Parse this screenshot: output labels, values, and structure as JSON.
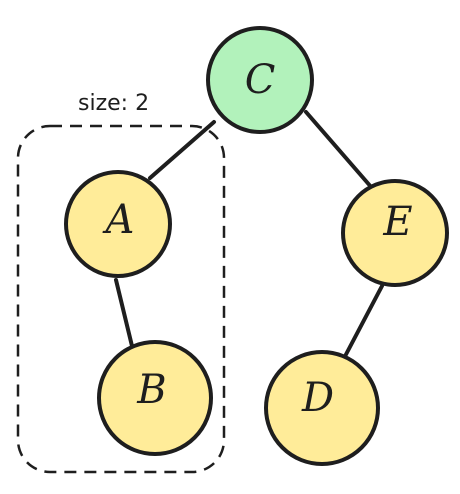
{
  "annotation": {
    "size_label": "size: 2"
  },
  "colors": {
    "root_fill": "#b2f2bb",
    "node_fill": "#ffec99",
    "stroke": "#1e1e1e"
  },
  "nodes": [
    {
      "id": "C",
      "label": "C",
      "role": "root"
    },
    {
      "id": "A",
      "label": "A",
      "role": "child"
    },
    {
      "id": "E",
      "label": "E",
      "role": "child"
    },
    {
      "id": "B",
      "label": "B",
      "role": "child"
    },
    {
      "id": "D",
      "label": "D",
      "role": "child"
    }
  ],
  "edges": [
    {
      "from": "C",
      "to": "A"
    },
    {
      "from": "C",
      "to": "E"
    },
    {
      "from": "A",
      "to": "B"
    },
    {
      "from": "E",
      "to": "D"
    }
  ]
}
